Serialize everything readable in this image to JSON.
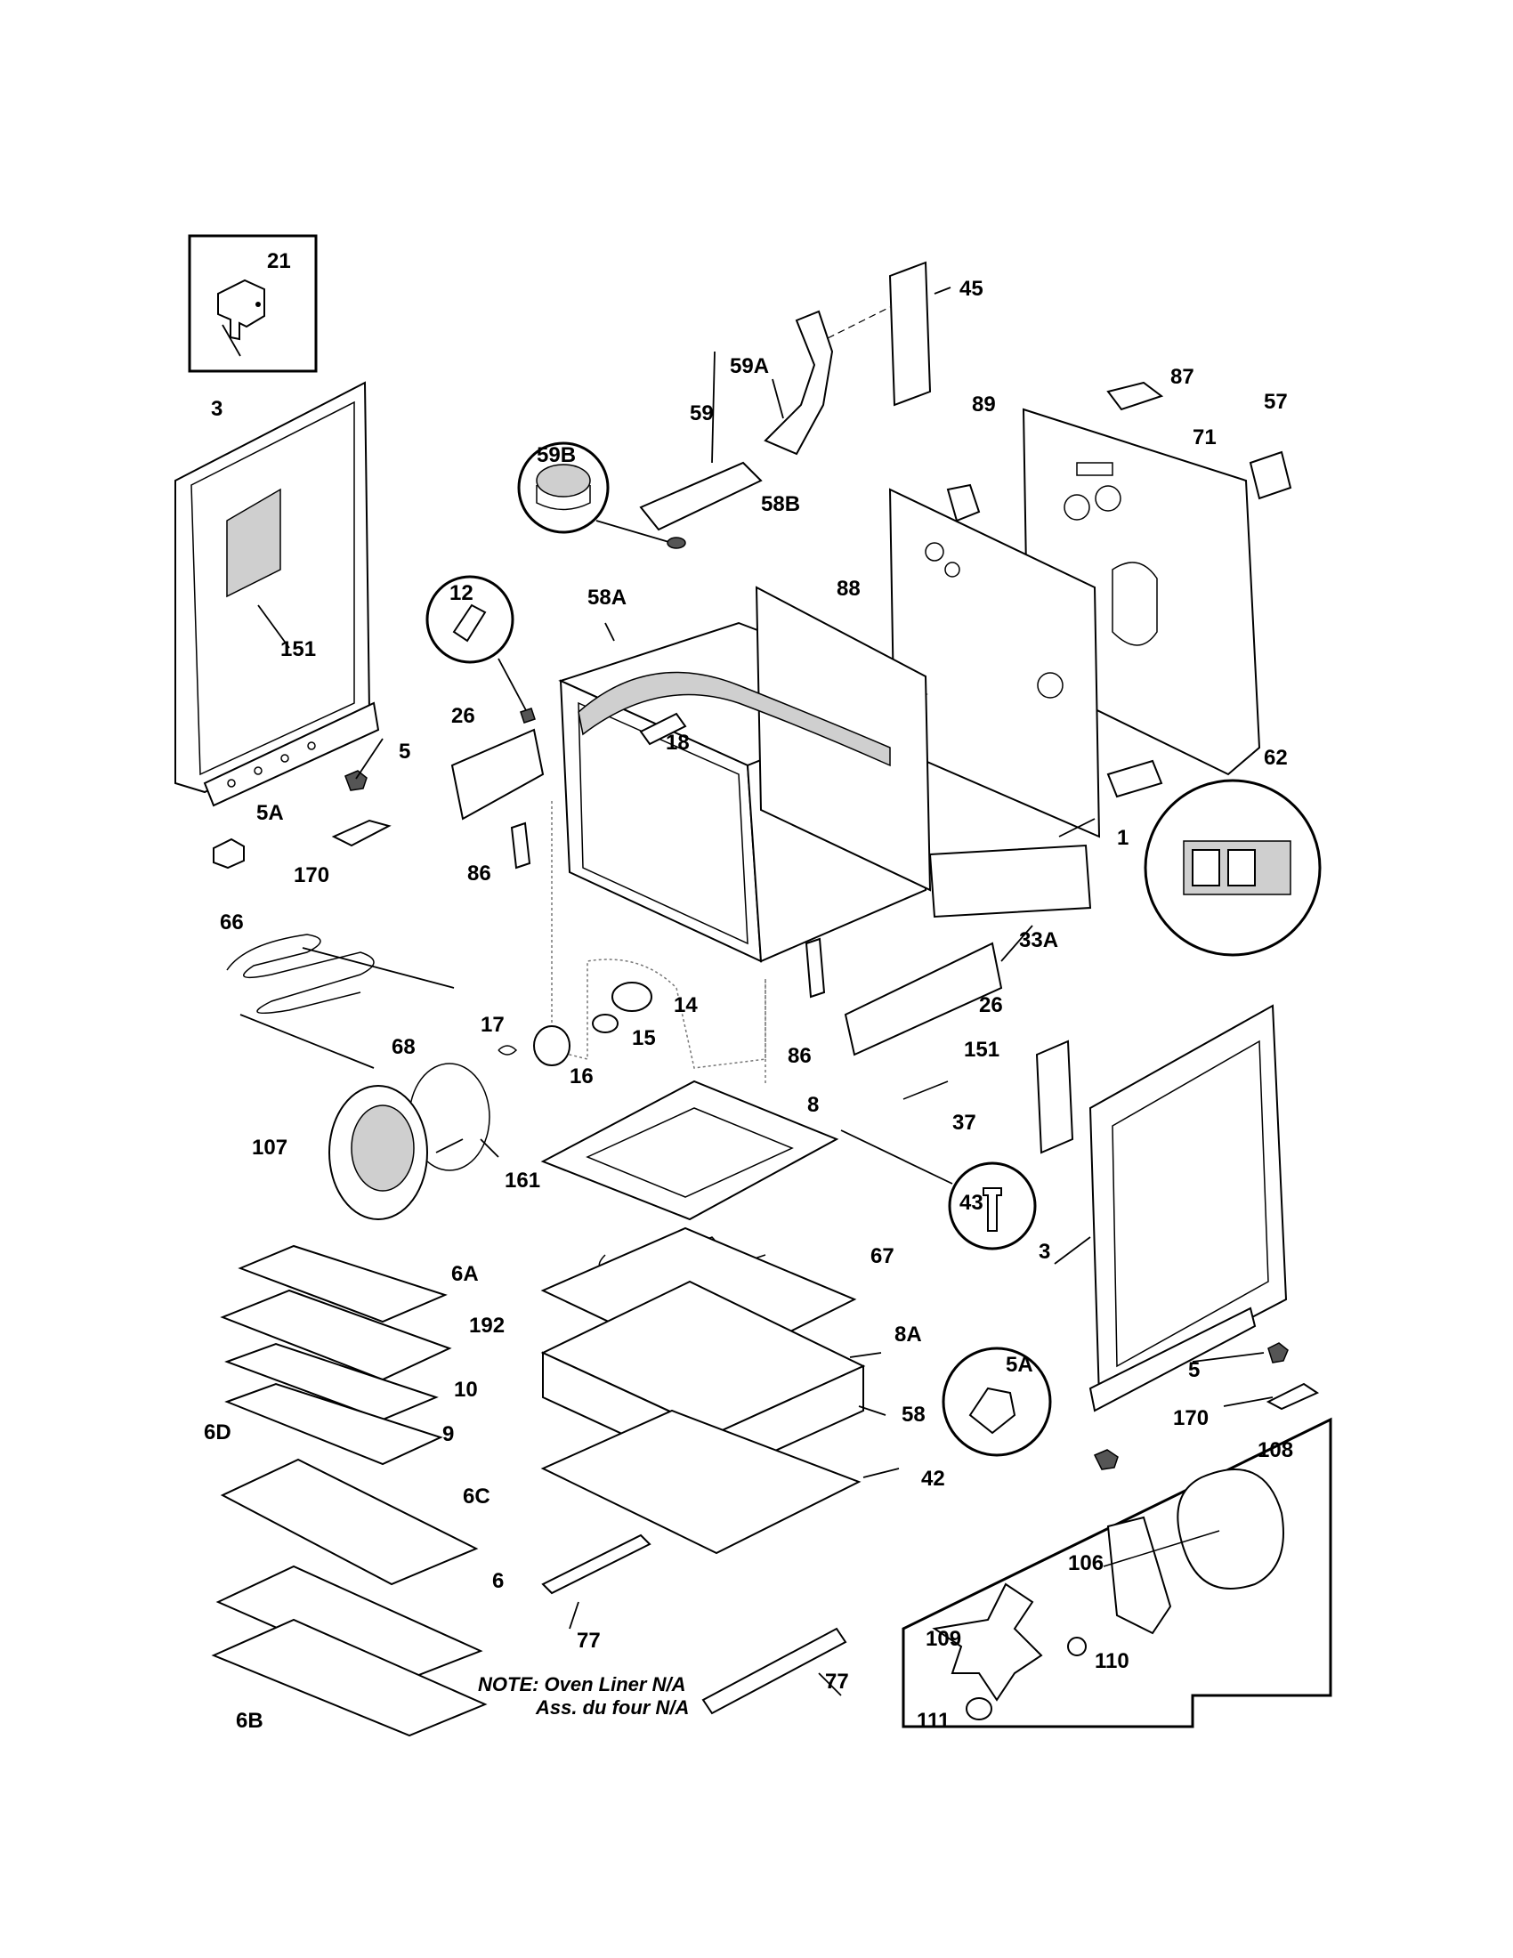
{
  "note": {
    "line1": "NOTE: Oven Liner N/A",
    "line2": "Ass. du four N/A"
  },
  "labels": {
    "p21": "21",
    "p45": "45",
    "p59A": "59A",
    "p87": "87",
    "p57": "57",
    "p89": "89",
    "p71": "71",
    "p59": "59",
    "p59B": "59B",
    "p58B": "58B",
    "p3_top": "3",
    "p151_top": "151",
    "p12": "12",
    "p58A": "58A",
    "p88": "88",
    "p26_left": "26",
    "p18": "18",
    "p5_left": "5",
    "p5A_left": "5A",
    "p62": "62",
    "p170_left": "170",
    "p86_left": "86",
    "p1": "1",
    "p66": "66",
    "p33A": "33A",
    "p14": "14",
    "p26_right": "26",
    "p17": "17",
    "p15": "15",
    "p68": "68",
    "p16": "16",
    "p86_right": "86",
    "p151_right": "151",
    "p8": "8",
    "p37": "37",
    "p107": "107",
    "p161": "161",
    "p43": "43",
    "p3_right": "3",
    "p6A": "6A",
    "p67": "67",
    "p192": "192",
    "p8A": "8A",
    "p5A_right": "5A",
    "p10": "10",
    "p5_right": "5",
    "p58": "58",
    "p9": "9",
    "p170_right": "170",
    "p6D": "6D",
    "p108": "108",
    "p42": "42",
    "p6C": "6C",
    "p106": "106",
    "p6": "6",
    "p109": "109",
    "p110": "110",
    "p77_left": "77",
    "p77_right": "77",
    "p111": "111",
    "p6B": "6B"
  }
}
